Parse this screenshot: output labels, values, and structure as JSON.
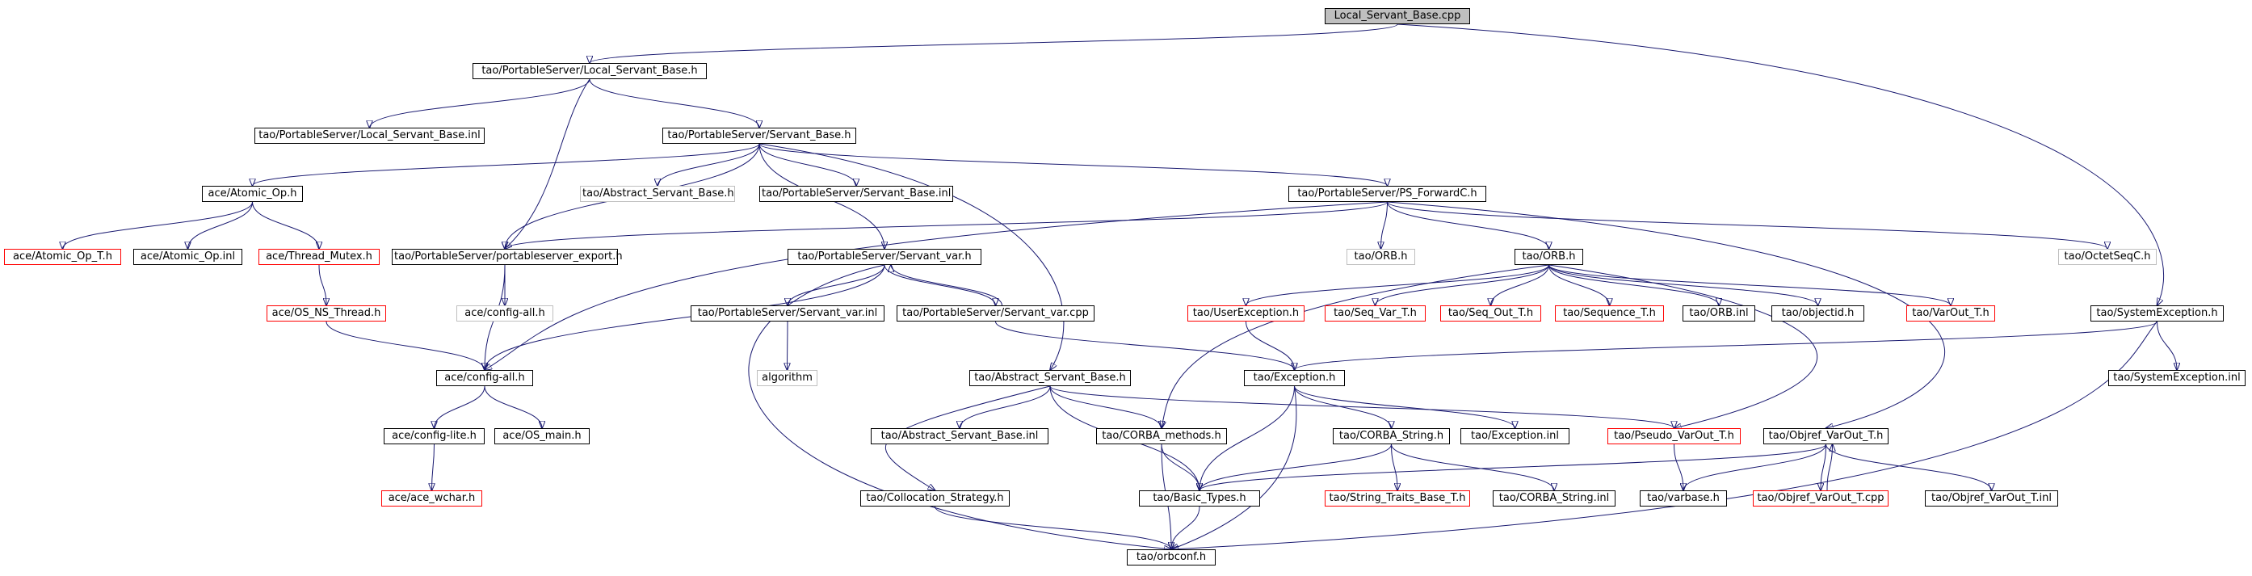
{
  "colors": {
    "edge": "#191970",
    "root_fill": "#bfbfbf",
    "red_border": "#ff0000",
    "gray_border": "#bfbfbf",
    "normal_border": "#000000"
  },
  "nodes": {
    "n_root": "Local_Servant_Base.cpp",
    "n_lsb_h": "tao/PortableServer/Local_Servant_Base.h",
    "n_lsb_inl": "tao/PortableServer/Local_Servant_Base.inl",
    "n_sb_h": "tao/PortableServer/Servant_Base.h",
    "n_atomic_op_h": "ace/Atomic_Op.h",
    "n_abs_sb_h_gray": "tao/Abstract_Servant_Base.h",
    "n_sb_inl": "tao/PortableServer/Servant_Base.inl",
    "n_ps_forwardc_h": "tao/PortableServer/PS_ForwardC.h",
    "n_atomic_op_t_h": "ace/Atomic_Op_T.h",
    "n_atomic_op_inl": "ace/Atomic_Op.inl",
    "n_thread_mutex_h": "ace/Thread_Mutex.h",
    "n_ps_export_h": "tao/PortableServer/portableserver_export.h",
    "n_servant_var_h": "tao/PortableServer/Servant_var.h",
    "n_orb_h_gray": "tao/ORB.h",
    "n_orb_h": "tao/ORB.h",
    "n_octetseqc_h": "tao/OctetSeqC.h",
    "n_os_ns_thread_h": "ace/OS_NS_Thread.h",
    "n_config_all_h_gray": "ace/config-all.h",
    "n_servant_var_inl": "tao/PortableServer/Servant_var.inl",
    "n_servant_var_cpp": "tao/PortableServer/Servant_var.cpp",
    "n_userexception_h": "tao/UserException.h",
    "n_seq_var_t_h": "tao/Seq_Var_T.h",
    "n_seq_out_t_h": "tao/Seq_Out_T.h",
    "n_sequence_t_h": "tao/Sequence_T.h",
    "n_orb_inl": "tao/ORB.inl",
    "n_objectid_h": "tao/objectid.h",
    "n_varout_t_h": "tao/VarOut_T.h",
    "n_systemexception_h": "tao/SystemException.h",
    "n_config_all_h": "ace/config-all.h",
    "n_algorithm": "algorithm",
    "n_abs_sb_h": "tao/Abstract_Servant_Base.h",
    "n_exception_h": "tao/Exception.h",
    "n_systemexception_inl": "tao/SystemException.inl",
    "n_config_lite_h": "ace/config-lite.h",
    "n_os_main_h": "ace/OS_main.h",
    "n_abs_sb_inl": "tao/Abstract_Servant_Base.inl",
    "n_corba_methods_h": "tao/CORBA_methods.h",
    "n_corba_string_h": "tao/CORBA_String.h",
    "n_exception_inl": "tao/Exception.inl",
    "n_pseudo_varout_t_h": "tao/Pseudo_VarOut_T.h",
    "n_objref_varout_t_h": "tao/Objref_VarOut_T.h",
    "n_ace_wchar_h": "ace/ace_wchar.h",
    "n_collocation_strategy_h": "tao/Collocation_Strategy.h",
    "n_basic_types_h": "tao/Basic_Types.h",
    "n_string_traits_base_t_h": "tao/String_Traits_Base_T.h",
    "n_corba_string_inl": "tao/CORBA_String.inl",
    "n_varbase_h": "tao/varbase.h",
    "n_objref_varout_t_cpp": "tao/Objref_VarOut_T.cpp",
    "n_objref_varout_t_inl": "tao/Objref_VarOut_T.inl",
    "n_orbconf_h": "tao/orbconf.h"
  }
}
